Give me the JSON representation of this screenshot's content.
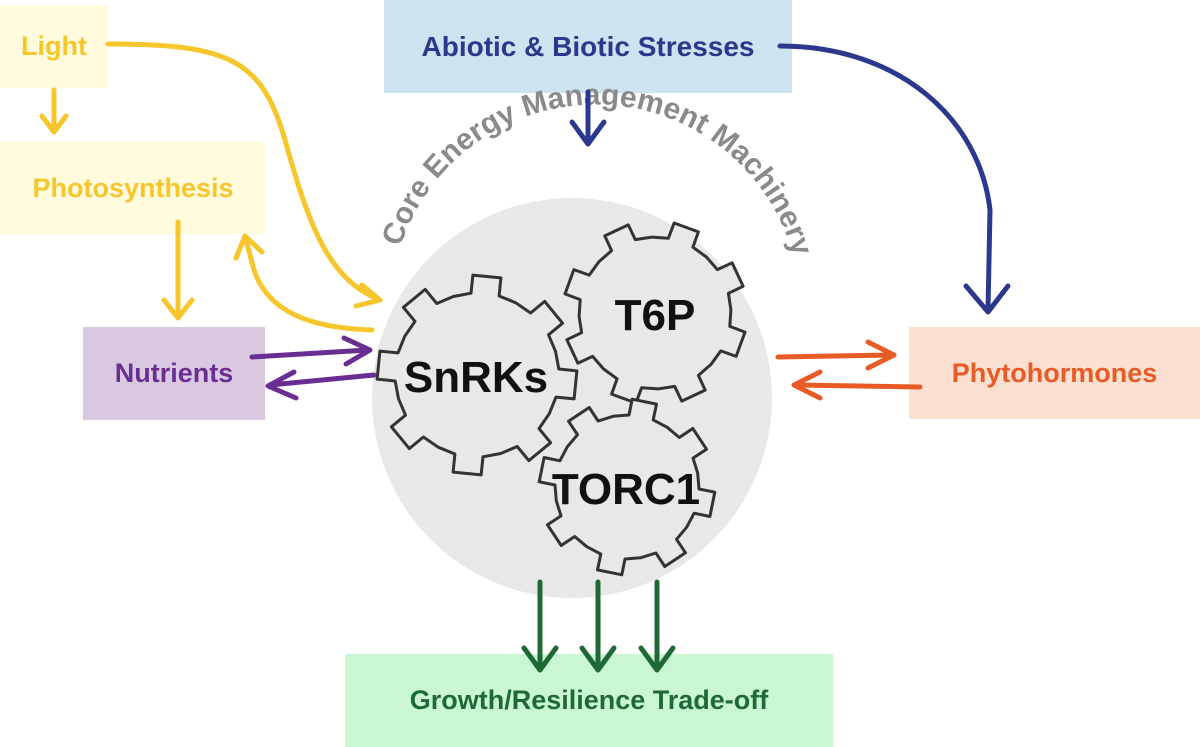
{
  "inputs": {
    "light": "Light",
    "photosynthesis": "Photosynthesis",
    "nutrients": "Nutrients",
    "stresses": "Abiotic & Biotic Stresses",
    "phytohormones": "Phytohormones"
  },
  "core": {
    "title": "Core Energy Management Machinery",
    "gears": {
      "snrks": "SnRKs",
      "t6p": "T6P",
      "torc1": "TORC1"
    }
  },
  "output": {
    "growth": "Growth/Resilience Trade-off"
  },
  "colors": {
    "light": "#f6c62c",
    "nutrients": "#6a2e93",
    "stresses": "#2b388e",
    "phytohormones": "#e95b26",
    "growth": "#1f6a34",
    "core_circle": "#e8e8e8",
    "gear_outline": "#333333",
    "core_title": "#8a8a8a"
  }
}
